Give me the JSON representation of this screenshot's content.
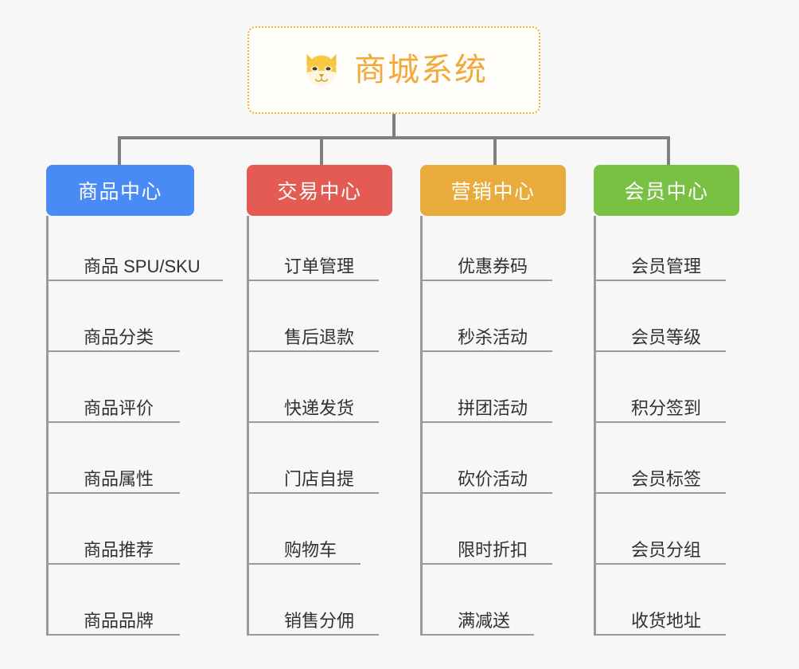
{
  "root": {
    "title": "商城系统",
    "icon": "shiba-dog-icon",
    "border_color": "#f0b429",
    "text_color": "#f2a93b"
  },
  "connector_color": "#808080",
  "background_color": "#f7f7f7",
  "branches": [
    {
      "label": "商品中心",
      "color": "#4a8af4",
      "items": [
        "商品 SPU/SKU",
        "商品分类",
        "商品评价",
        "商品属性",
        "商品推荐",
        "商品品牌"
      ]
    },
    {
      "label": "交易中心",
      "color": "#e45b54",
      "items": [
        "订单管理",
        "售后退款",
        "快递发货",
        "门店自提",
        "购物车",
        "销售分佣"
      ]
    },
    {
      "label": "营销中心",
      "color": "#e8ab3c",
      "items": [
        "优惠券码",
        "秒杀活动",
        "拼团活动",
        "砍价活动",
        "限时折扣",
        "满减送"
      ]
    },
    {
      "label": "会员中心",
      "color": "#77c košík"
    }
  ]
}
